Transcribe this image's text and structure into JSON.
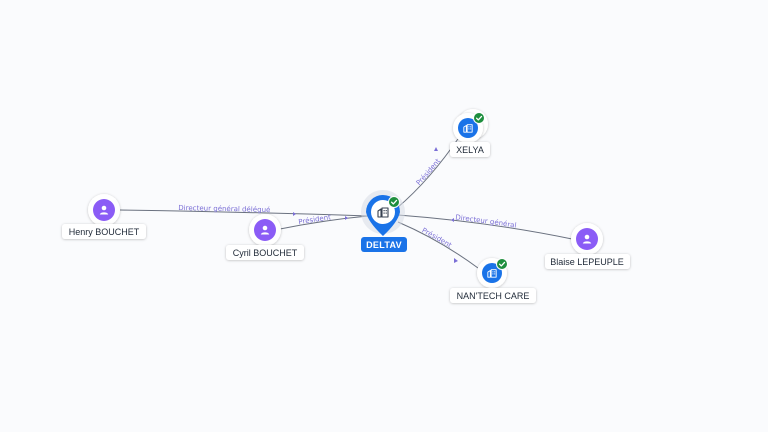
{
  "colors": {
    "person": "#8b5cf6",
    "company": "#1a73e8",
    "verified": "#1e8e3e",
    "edge": "#6b7280",
    "edge_label": "#7b6fd6"
  },
  "nodes": {
    "deltav": {
      "label": "DELTAV",
      "icon": "building-icon"
    },
    "xelya": {
      "label": "XELYA",
      "icon": "building-icon"
    },
    "nantech": {
      "label": "NAN'TECH CARE",
      "icon": "building-icon"
    },
    "henry": {
      "label": "Henry BOUCHET",
      "icon": "person-icon"
    },
    "cyril": {
      "label": "Cyril BOUCHET",
      "icon": "person-icon"
    },
    "blaise": {
      "label": "Blaise LEPEUPLE",
      "icon": "person-icon"
    }
  },
  "edges": {
    "henry_deltav": "Directeur général délégué",
    "cyril_deltav": "Président",
    "deltav_xelya": "Président",
    "deltav_nantech": "Président",
    "blaise_deltav": "Directeur général"
  }
}
